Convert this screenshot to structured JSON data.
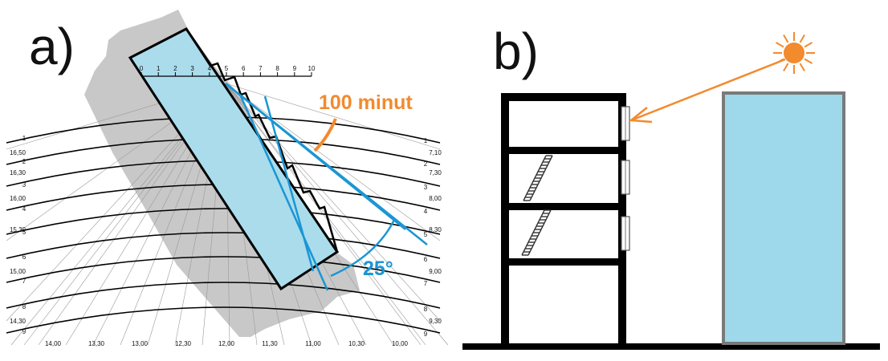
{
  "panel_a": {
    "label": "a)",
    "scale_ticks": [
      "0",
      "1",
      "2",
      "3",
      "4",
      "5",
      "6",
      "7",
      "8",
      "9",
      "10"
    ],
    "scale_major": [
      "5",
      "10"
    ],
    "curve_numbers": [
      "1",
      "2",
      "3",
      "4",
      "5",
      "6",
      "7",
      "8",
      "9"
    ],
    "left_times": [
      "16,50",
      "16,30",
      "16,00",
      "15,30",
      "15,00",
      "14,30"
    ],
    "right_times": [
      "7,10",
      "7,30",
      "8,00",
      "8,30",
      "9,00",
      "9,30"
    ],
    "bottom_hours": [
      "14,00",
      "13,30",
      "13,00",
      "12,30",
      "12,00",
      "11,30",
      "11,00",
      "10,30",
      "10,00"
    ],
    "duration_label": "100 minut",
    "angle_label": "25°",
    "colors": {
      "building": "#aadcec",
      "shadow": "#c8c8c8",
      "orange": "#f28a2e",
      "blue": "#1a96d4"
    }
  },
  "panel_b": {
    "label": "b)",
    "colors": {
      "sky_building": "#9dd9ea",
      "sun": "#f28a2e",
      "structure": "#000000"
    }
  }
}
